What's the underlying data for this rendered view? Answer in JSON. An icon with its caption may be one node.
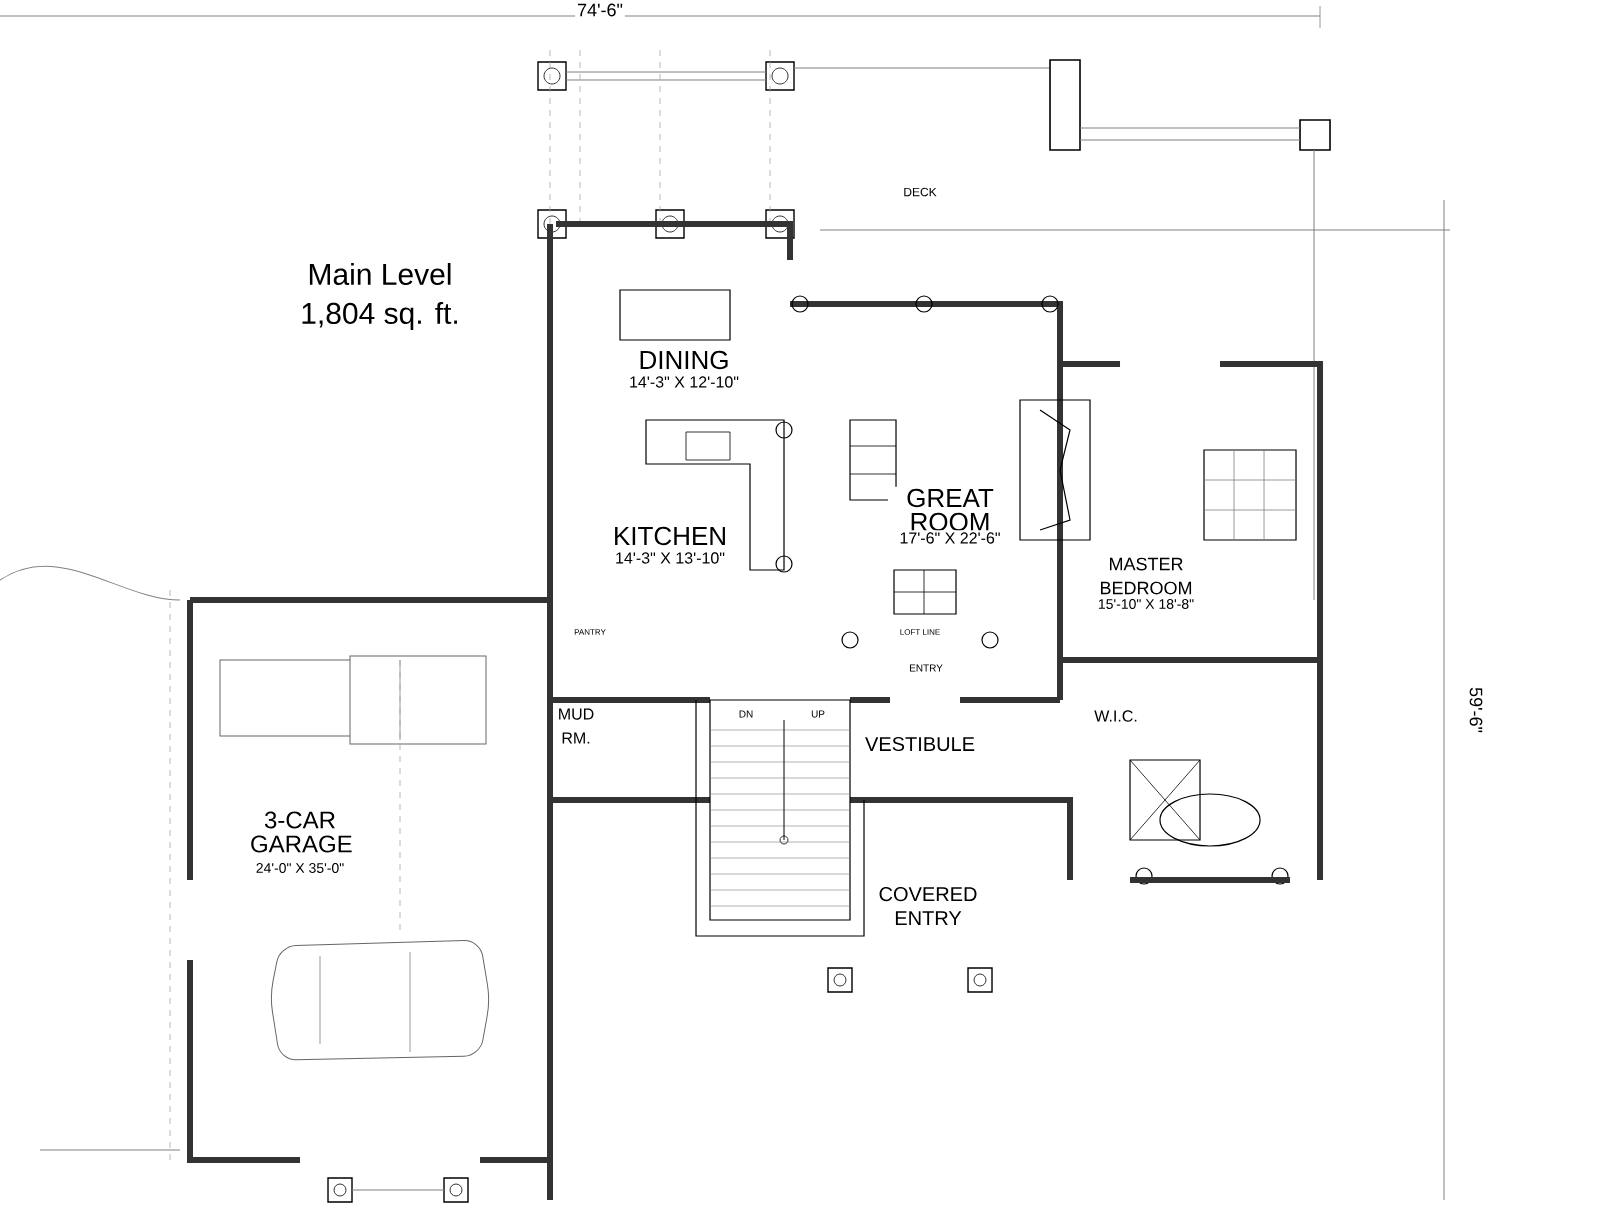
{
  "diagram": {
    "title": "Main Level",
    "labels": [
      "1,804 sq. ft.",
      "74'-6\"",
      "DECK",
      "DINING",
      "14'-3\" X 12'-10\"",
      "GREAT ROOM",
      "17'-6\" X 22'-6\"",
      "KITCHEN",
      "14'-3\" X 13'-10\"",
      "MASTER BEDROOM",
      "15'-10\" X 18'-8\"",
      "PANTRY",
      "LOFT LINE",
      "ENTRY",
      "DN",
      "UP",
      "MUD RM.",
      "W.I.C.",
      "VESTIBULE",
      "3-CAR GARAGE",
      "24'-0\" X 35'-0\"",
      "COVERED ENTRY",
      "59'-6\""
    ]
  }
}
